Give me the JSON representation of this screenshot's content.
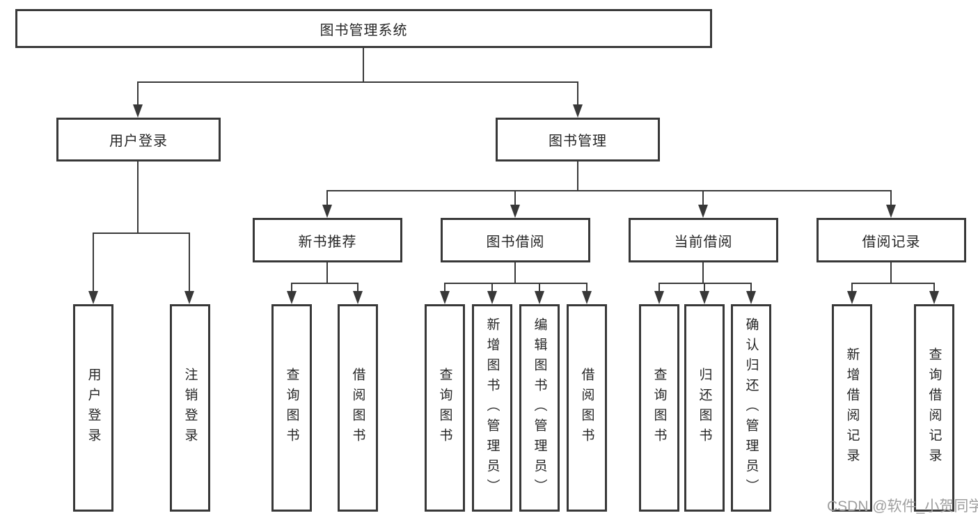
{
  "colors": {
    "line": "#383838",
    "text": "#262626",
    "watermark": "#9e9e9e",
    "background": "#ffffff"
  },
  "diagram": {
    "root": "图书管理系统",
    "branches": [
      {
        "label": "用户登录",
        "children": [
          {
            "label": "用户登录"
          },
          {
            "label": "注销登录"
          }
        ]
      },
      {
        "label": "图书管理",
        "sections": [
          {
            "label": "新书推荐",
            "children": [
              {
                "label": "查询图书"
              },
              {
                "label": "借阅图书"
              }
            ]
          },
          {
            "label": "图书借阅",
            "children": [
              {
                "label": "查询图书"
              },
              {
                "label": "新增图书（管理员）"
              },
              {
                "label": "编辑图书（管理员）"
              },
              {
                "label": "借阅图书"
              }
            ]
          },
          {
            "label": "当前借阅",
            "children": [
              {
                "label": "查询图书"
              },
              {
                "label": "归还图书"
              },
              {
                "label": "确认归还（管理员）"
              }
            ]
          },
          {
            "label": "借阅记录",
            "children": [
              {
                "label": "新增借阅记录"
              },
              {
                "label": "查询借阅记录"
              }
            ]
          }
        ]
      }
    ]
  },
  "watermark": {
    "text": "CSDN @软件_小贺同学"
  }
}
